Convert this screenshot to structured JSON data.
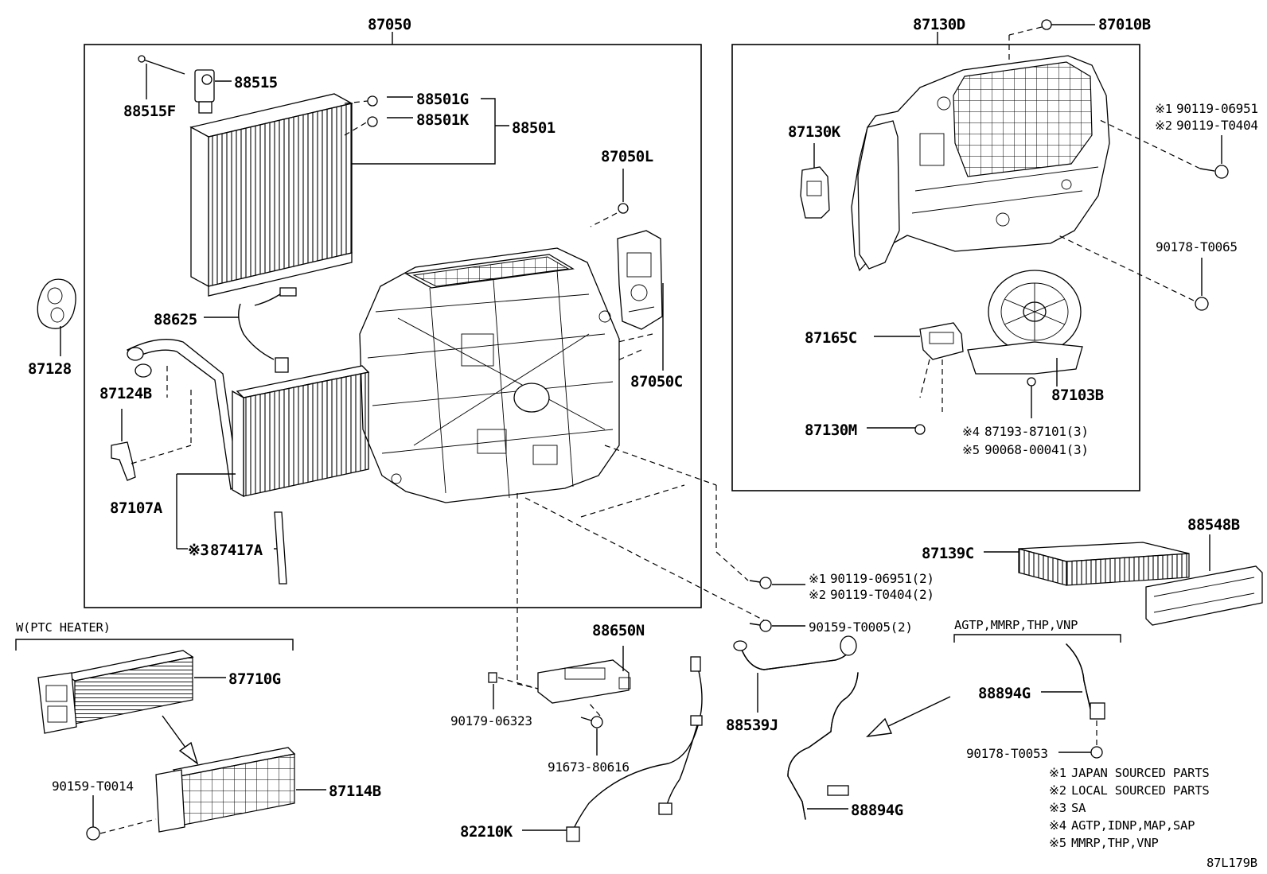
{
  "callouts": {
    "p87050": "87050",
    "p88515": "88515",
    "p88515F": "88515F",
    "p88501G": "88501G",
    "p88501K": "88501K",
    "p88501": "88501",
    "p87050L": "87050L",
    "p87128": "87128",
    "p88625": "88625",
    "p87124B": "87124B",
    "p87050C": "87050C",
    "p87107A": "87107A",
    "p87417A": "87417A",
    "p87130D": "87130D",
    "p87010B": "87010B",
    "p87130K": "87130K",
    "p90119_06951": "90119-06951",
    "p90119_T0404": "90119-T0404",
    "p90178_T0065": "90178-T0065",
    "p87165C": "87165C",
    "p87103B": "87103B",
    "p87130M": "87130M",
    "p87193_87101": "87193-87101(3)",
    "p90068_00041": "90068-00041(3)",
    "p87139C": "87139C",
    "p88548B": "88548B",
    "p90119_06951_2": "90119-06951(2)",
    "p90119_T0404_2": "90119-T0404(2)",
    "p90159_T0005": "90159-T0005(2)",
    "p88650N": "88650N",
    "p87710G": "87710G",
    "p90179_06323": "90179-06323",
    "p88539J": "88539J",
    "p88894G_a": "88894G",
    "p91673_80616": "91673-80616",
    "p90159_T0014": "90159-T0014",
    "p87114B": "87114B",
    "p90178_T0053": "90178-T0053",
    "p82210K": "82210K",
    "p88894G_b": "88894G"
  },
  "marks": {
    "m1": "※1",
    "m2": "※2",
    "m3": "※3",
    "m4": "※4",
    "m5": "※5"
  },
  "groups": {
    "ptc_heater": "W(PTC HEATER)",
    "variant": "AGTP,MMRP,THP,VNP"
  },
  "legend": [
    {
      "mark": "※1",
      "text": "JAPAN SOURCED PARTS"
    },
    {
      "mark": "※2",
      "text": "LOCAL SOURCED PARTS"
    },
    {
      "mark": "※3",
      "text": "SA"
    },
    {
      "mark": "※4",
      "text": "AGTP,IDNP,MAP,SAP"
    },
    {
      "mark": "※5",
      "text": "MMRP,THP,VNP"
    }
  ],
  "figure_id": "87L179B",
  "colors": {
    "line": "#000000",
    "background": "#ffffff"
  }
}
